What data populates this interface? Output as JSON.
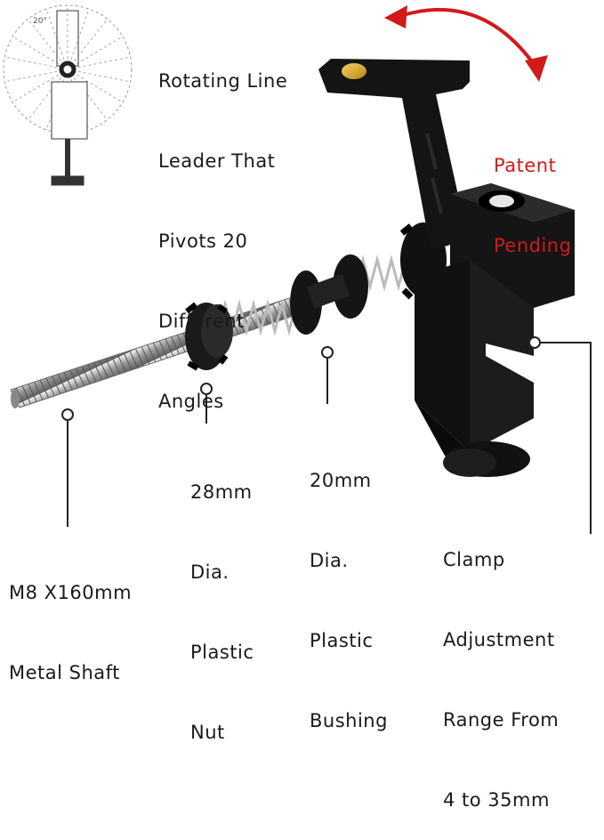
{
  "labels": {
    "rotating": [
      "Rotating Line",
      "Leader That",
      "Pivots 20",
      "Different",
      "Angles"
    ],
    "patent": [
      "Patent",
      "Pending"
    ],
    "nut": [
      "28mm",
      "Dia.",
      "Plastic",
      "Nut"
    ],
    "bushing": [
      "20mm",
      "Dia.",
      "Plastic",
      "Bushing"
    ],
    "shaft": [
      "M8 X160mm",
      "Metal Shaft"
    ],
    "clamp": [
      "Clamp",
      "Adjustment",
      "Range From",
      "4 to 35mm"
    ]
  },
  "diagram_text": "20°",
  "colors": {
    "text": "#1a1a1a",
    "accent": "#d11a1a",
    "device": "#111111"
  }
}
